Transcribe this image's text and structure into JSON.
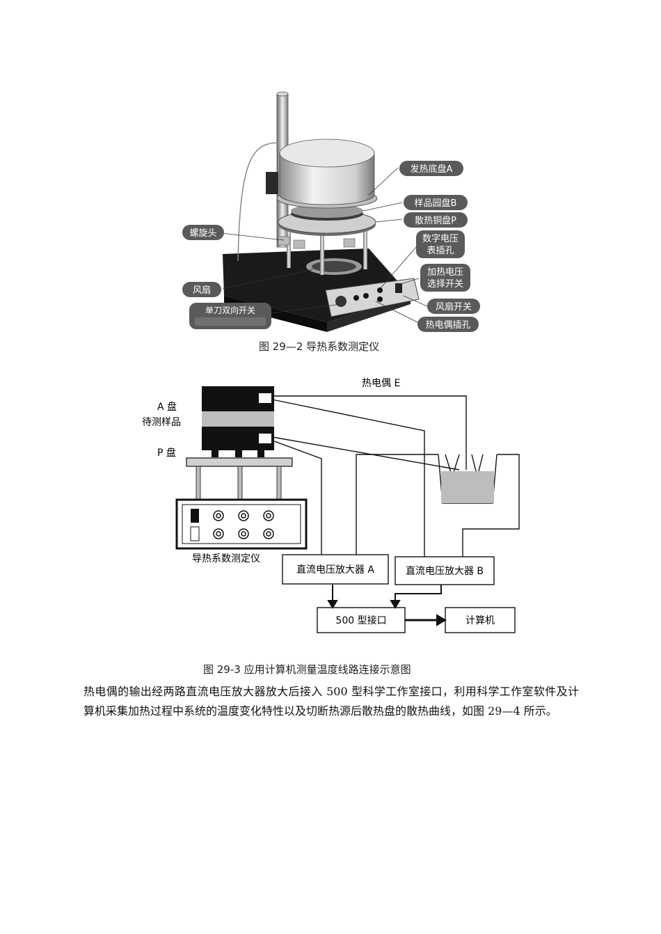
{
  "figure1": {
    "labels": {
      "heating_plate": "发热底盘A",
      "sample_plate": "样品园盘B",
      "copper_plate": "散热铜盘P",
      "voltmeter_jack_1": "数字电压",
      "voltmeter_jack_2": "表插孔",
      "heat_select_1": "加热电压",
      "heat_select_2": "选择开关",
      "fan_switch": "风扇开关",
      "thermocouple_jack": "热电偶插孔",
      "screw_head": "螺旋头",
      "fan": "风扇",
      "spdt_switch": "单刀双向开关"
    },
    "caption": "图 29—2 导热系数测定仪"
  },
  "figure2": {
    "labels": {
      "thermocouple": "热电偶 E",
      "disk_a": "A 盘",
      "sample": "待测样品",
      "disk_p": "P 盘",
      "instrument": "导热系数测定仪",
      "amp_a": "直流电压放大器 A",
      "amp_b": "直流电压放大器 B",
      "interface": "500 型接口",
      "computer": "计算机"
    },
    "caption": "图 29-3 应用计算机测量温度线路连接示意图"
  },
  "paragraph": "热电偶的输出经两路直流电压放大器放大后接入 500 型科学工作室接口，利用科学工作室软件及计算机采集加热过程中系统的温度变化特性以及切断热源后散热盘的散热曲线，如图 29—4 所示。",
  "colors": {
    "label_box": "#5a5a5a",
    "label_text": "#ffffff",
    "instrument_body": "#1c1c1c",
    "water": "#bdbdbd"
  }
}
